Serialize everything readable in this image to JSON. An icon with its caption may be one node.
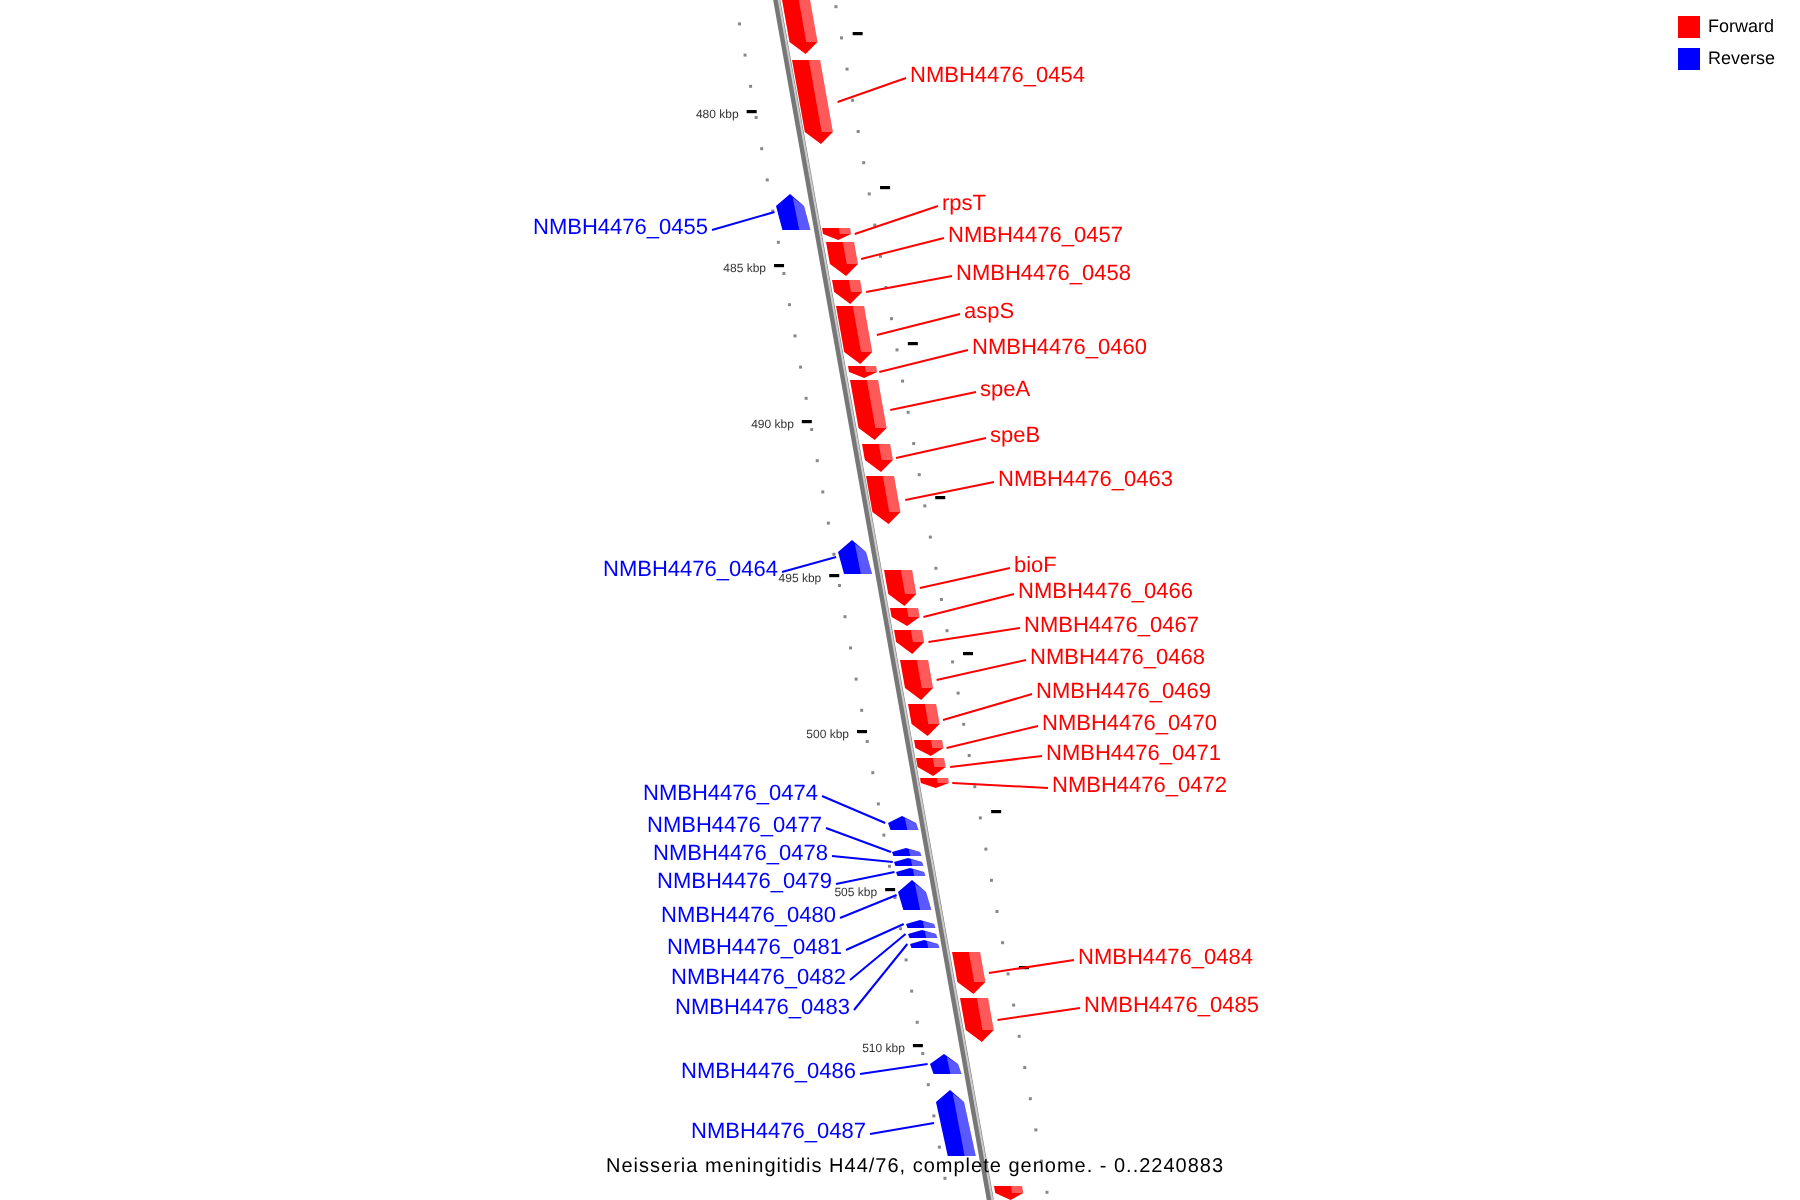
{
  "diagram": {
    "caption": "Neisseria meningitidis H44/76, complete genome. - 0..2240883",
    "nodes": [
      {
        "text": [],
        "shape": "bar"
      },
      {
        "text": [],
        "shape": "bar"
      },
      {
        "text": [],
        "shape": "bar"
      },
      {
        "text": [],
        "shape": "bar"
      },
      {
        "text": [],
        "shape": "bar"
      },
      {
        "text": [],
        "shape": "bar"
      },
      {
        "text": [],
        "shape": "bar"
      },
      {
        "text": [],
        "shape": "bar"
      },
      {
        "text": [],
        "shape": "bar"
      },
      {
        "text": [],
        "shape": "bar"
      },
      {
        "text": [],
        "shape": "bar"
      },
      {
        "text": [],
        "shape": "bar"
      },
      {
        "text": [],
        "shape": "bar"
      },
      {
        "text": [],
        "shape": "bar"
      },
      {
        "text": [],
        "shape": "bar"
      },
      {
        "text": [],
        "shape": "bar"
      },
      {
        "text": [],
        "shape": "bar"
      },
      {
        "text": [],
        "shape": "bar"
      },
      {
        "text": [],
        "shape": "bar"
      },
      {
        "text": [],
        "shape": "bar"
      },
      {
        "text": [],
        "shape": "bar"
      },
      {
        "text": [],
        "shape": "bar"
      },
      {
        "text": [],
        "shape": "bar"
      },
      {
        "text": [],
        "shape": "bar"
      },
      {
        "text": [],
        "shape": "bar"
      },
      {
        "text": [],
        "shape": "bar"
      },
      {
        "text": [],
        "shape": "bar"
      },
      {
        "text": [],
        "shape": "bar"
      },
      {
        "text": [],
        "shape": "bar"
      },
      {
        "text": [],
        "shape": "bar"
      },
      {
        "text": [],
        "shape": "bar"
      },
      {
        "text": [],
        "shape": "bar"
      },
      {
        "text": [],
        "shape": "bar"
      },
      {
        "text": [
          "NMBH4476_0454"
        ]
      },
      {
        "text": [
          "NMBH4476_0455"
        ]
      },
      {
        "text": [
          "rpsT"
        ]
      },
      {
        "text": [
          "NMBH4476_0457"
        ]
      },
      {
        "text": [
          "NMBH4476_0458"
        ]
      },
      {
        "text": [
          "aspS"
        ]
      },
      {
        "text": [
          "NMBH4476_0460"
        ]
      },
      {
        "text": [
          "speA"
        ]
      },
      {
        "text": [
          "speB"
        ]
      },
      {
        "text": [
          "NMBH4476_0463"
        ]
      },
      {
        "text": [
          "NMBH4476_0464"
        ]
      },
      {
        "text": [
          "bioF"
        ]
      },
      {
        "text": [
          "NMBH4476_0466"
        ]
      },
      {
        "text": [
          "NMBH4476_0467"
        ]
      },
      {
        "text": [
          "NMBH4476_0468"
        ]
      },
      {
        "text": [
          "NMBH4476_0469"
        ]
      },
      {
        "text": [
          "NMBH4476_0470"
        ]
      },
      {
        "text": [
          "NMBH4476_0471"
        ]
      },
      {
        "text": [
          "NMBH4476_0472"
        ]
      },
      {
        "text": [
          "NMBH4476_0474"
        ]
      },
      {
        "text": [
          "NMBH4476_0477"
        ]
      },
      {
        "text": [
          "NMBH4476_0478"
        ]
      },
      {
        "text": [
          "NMBH4476_0479"
        ]
      },
      {
        "text": [
          "NMBH4476_0480"
        ]
      },
      {
        "text": [
          "NMBH4476_0481"
        ]
      },
      {
        "text": [
          "NMBH4476_0482"
        ]
      },
      {
        "text": [
          "NMBH4476_0483"
        ]
      },
      {
        "text": [
          "NMBH4476_0484"
        ]
      },
      {
        "text": [
          "NMBH4476_0485"
        ]
      },
      {
        "text": [
          "NMBH4476_0486"
        ]
      },
      {
        "text": [
          "NMBH4476_0487"
        ]
      }
    ],
    "edges": [
      {
        "from": 33,
        "to": 1,
        "arrow": "none"
      },
      {
        "from": 34,
        "to": 2,
        "arrow": "none",
        "color": "#0000ff"
      },
      {
        "from": 35,
        "to": 3,
        "arrow": "none"
      },
      {
        "from": 36,
        "to": 4,
        "arrow": "none"
      },
      {
        "from": 37,
        "to": 5,
        "arrow": "none"
      },
      {
        "from": 38,
        "to": 6,
        "arrow": "none"
      },
      {
        "from": 39,
        "to": 7,
        "arrow": "none"
      },
      {
        "from": 40,
        "to": 8,
        "arrow": "none"
      },
      {
        "from": 41,
        "to": 9,
        "arrow": "none"
      },
      {
        "from": 42,
        "to": 10,
        "arrow": "none"
      },
      {
        "from": 43,
        "to": 11,
        "arrow": "none",
        "color": "#0000ff"
      },
      {
        "from": 44,
        "to": 12,
        "arrow": "none"
      },
      {
        "from": 45,
        "to": 13,
        "arrow": "none"
      },
      {
        "from": 46,
        "to": 14,
        "arrow": "none"
      },
      {
        "from": 47,
        "to": 15,
        "arrow": "none"
      },
      {
        "from": 48,
        "to": 16,
        "arrow": "none"
      },
      {
        "from": 49,
        "to": 17,
        "arrow": "none"
      },
      {
        "from": 50,
        "to": 18,
        "arrow": "none"
      },
      {
        "from": 51,
        "to": 19,
        "arrow": "none"
      },
      {
        "from": 52,
        "to": 20,
        "arrow": "none",
        "color": "#0000ff"
      },
      {
        "from": 53,
        "to": 21,
        "arrow": "none",
        "color": "#0000ff"
      },
      {
        "from": 54,
        "to": 22,
        "arrow": "none",
        "color": "#0000ff"
      },
      {
        "from": 55,
        "to": 23,
        "arrow": "none",
        "color": "#0000ff"
      },
      {
        "from": 56,
        "to": 24,
        "arrow": "none",
        "color": "#0000ff"
      },
      {
        "from": 57,
        "to": 25,
        "arrow": "none",
        "color": "#0000ff"
      },
      {
        "from": 58,
        "to": 26,
        "arrow": "none",
        "color": "#0000ff"
      },
      {
        "from": 59,
        "to": 27,
        "arrow": "none",
        "color": "#0000ff"
      },
      {
        "from": 60,
        "to": 28,
        "arrow": "none"
      },
      {
        "from": 61,
        "to": 29,
        "arrow": "none"
      },
      {
        "from": 62,
        "to": 30,
        "arrow": "none",
        "color": "#0000ff"
      },
      {
        "from": 63,
        "to": 31,
        "arrow": "none",
        "color": "#0000ff"
      }
    ],
    "labels": [
      "480 kbp",
      "485 kbp",
      "490 kbp",
      "495 kbp",
      "500 kbp",
      "505 kbp",
      "510 kbp"
    ],
    "legend": [
      {
        "text": "Forward",
        "color": "#ff0000"
      },
      {
        "text": "Reverse",
        "color": "#0000ff"
      }
    ]
  }
}
